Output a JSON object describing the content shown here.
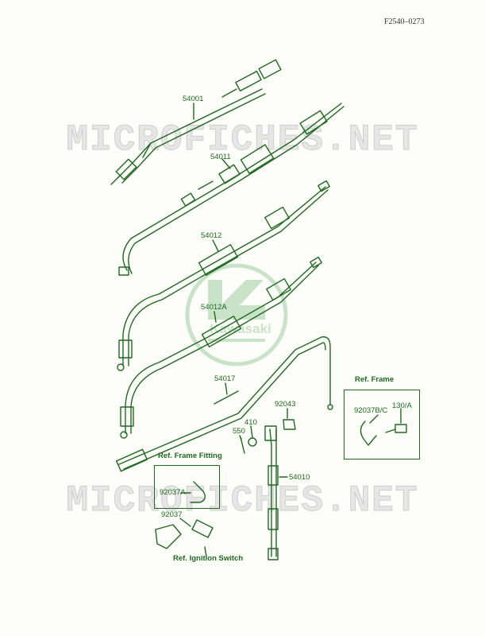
{
  "page_id": "F2540–0273",
  "watermark": "MICROFICHES.NET",
  "logo_text": "Kawasaki",
  "labels": {
    "p54001": "54001",
    "p54011": "54011",
    "p54012": "54012",
    "p54012a": "54012A",
    "p54017": "54017",
    "p92043": "92043",
    "p410": "410",
    "p550": "550",
    "p54010": "54010",
    "p92037a": "92037A",
    "p92037": "92037",
    "p92037bc": "92037B/C",
    "p130a": "130/A",
    "ref_frame": "Ref. Frame",
    "ref_frame_fitting": "Ref. Frame Fitting",
    "ref_ignition_switch": "Ref. Ignition Switch"
  },
  "colors": {
    "line": "#1e6a1e",
    "watermark": "#e6e6e6",
    "logo": "#c9e3c9"
  }
}
